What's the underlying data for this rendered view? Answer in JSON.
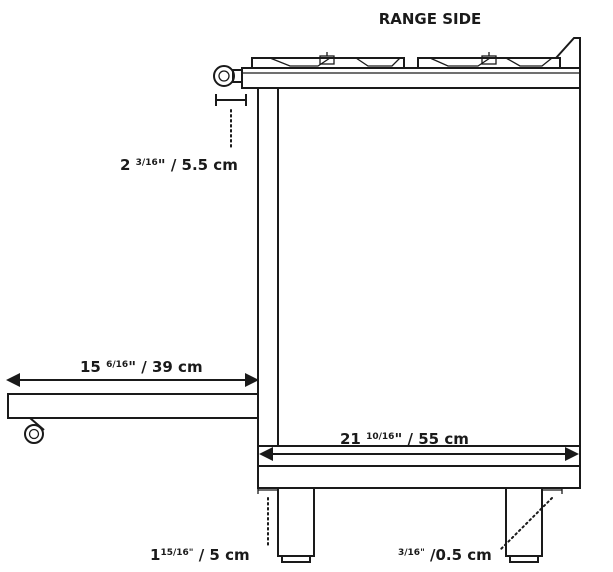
{
  "diagram": {
    "title": "RANGE SIDE",
    "dimensions": {
      "side_gap": {
        "whole": "2",
        "fraction": "3/16",
        "unit_in": "\"",
        "metric": "/ 5.5 cm"
      },
      "drawer_depth": {
        "whole": "15",
        "fraction": "6/16",
        "unit_in": "\"",
        "metric": "/ 39 cm"
      },
      "body_depth": {
        "whole": "21",
        "fraction": "10/16",
        "unit_in": "\"",
        "metric": "/ 55 cm"
      },
      "front_leg_offset": {
        "whole": "1",
        "fraction": "15/16",
        "unit_in": "\"",
        "metric": "/ 5 cm"
      },
      "rear_leg_offset": {
        "whole": "",
        "fraction": "3/16",
        "unit_in": "\"",
        "metric": "/0.5 cm"
      }
    }
  }
}
